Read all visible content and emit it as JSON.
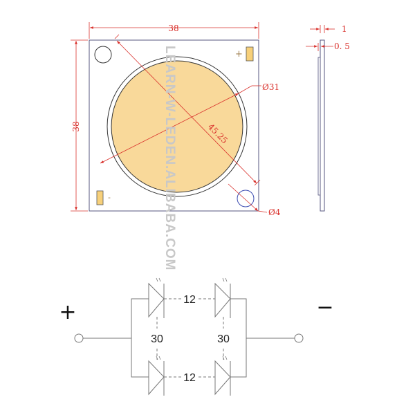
{
  "dimensions": {
    "width": "38",
    "height": "38",
    "diagonal": "45.25",
    "emitting_diameter": "Ø31",
    "hole_diameter": "Ø4",
    "thickness": "1",
    "pad_thickness": "0. 5"
  },
  "pads": {
    "positive": "+",
    "negative": "-"
  },
  "circuit": {
    "positive_label": "+",
    "negative_label": "−",
    "series_top": "12",
    "series_bottom": "12",
    "parallel_left": "30",
    "parallel_right": "30"
  },
  "watermark": "LEARN-W-LEDEN.ALIBABA.COM",
  "colors": {
    "dimension": "#d9302b",
    "phosphor": "#f9d99a",
    "outline": "#4a4a7a"
  }
}
